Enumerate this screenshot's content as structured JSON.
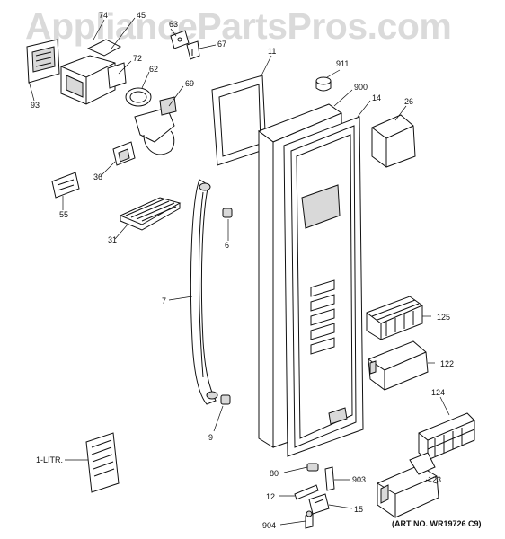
{
  "watermark": "AppliancePartsPros.com",
  "art_number": "(ART NO. WR19726 C9)",
  "parts": [
    {
      "id": "p74",
      "label": "74"
    },
    {
      "id": "p45",
      "label": "45"
    },
    {
      "id": "p63",
      "label": "63"
    },
    {
      "id": "p67",
      "label": "67"
    },
    {
      "id": "p72",
      "label": "72"
    },
    {
      "id": "p62",
      "label": "62"
    },
    {
      "id": "p69",
      "label": "69"
    },
    {
      "id": "p93",
      "label": "93"
    },
    {
      "id": "p11",
      "label": "11"
    },
    {
      "id": "p911",
      "label": "911"
    },
    {
      "id": "p900",
      "label": "900"
    },
    {
      "id": "p14",
      "label": "14"
    },
    {
      "id": "p26",
      "label": "26"
    },
    {
      "id": "p36",
      "label": "36"
    },
    {
      "id": "p55",
      "label": "55"
    },
    {
      "id": "p31",
      "label": "31"
    },
    {
      "id": "p6",
      "label": "6"
    },
    {
      "id": "p7",
      "label": "7"
    },
    {
      "id": "p125",
      "label": "125"
    },
    {
      "id": "p122",
      "label": "122"
    },
    {
      "id": "p124",
      "label": "124"
    },
    {
      "id": "p9",
      "label": "9"
    },
    {
      "id": "p1litr",
      "label": "1-LITR."
    },
    {
      "id": "p80",
      "label": "80"
    },
    {
      "id": "p903",
      "label": "903"
    },
    {
      "id": "p12",
      "label": "12"
    },
    {
      "id": "p123",
      "label": "123"
    },
    {
      "id": "p15",
      "label": "15"
    },
    {
      "id": "p904",
      "label": "904"
    }
  ]
}
